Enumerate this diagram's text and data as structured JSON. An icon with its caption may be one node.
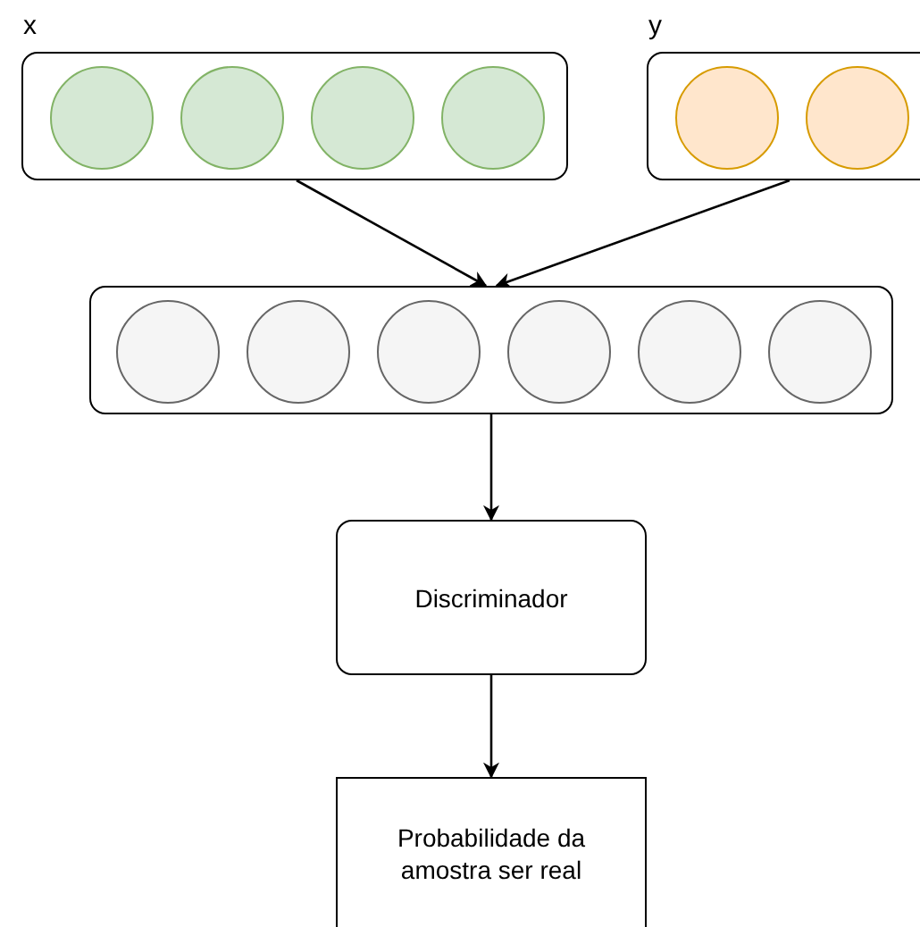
{
  "diagram": {
    "nodes": [
      {
        "text": [
          "x"
        ]
      },
      {
        "text": [],
        "shape": "circle",
        "in": 0
      },
      {
        "text": [],
        "shape": "circle",
        "in": 0
      },
      {
        "text": [],
        "shape": "circle",
        "in": 0
      },
      {
        "text": [],
        "shape": "circle",
        "in": 0
      },
      {
        "text": [
          "y"
        ]
      },
      {
        "text": [],
        "shape": "circle",
        "in": 5
      },
      {
        "text": [],
        "shape": "circle",
        "in": 5
      },
      {
        "text": [],
        "shape": "box"
      },
      {
        "text": [],
        "shape": "circle",
        "in": 8
      },
      {
        "text": [],
        "shape": "circle",
        "in": 8
      },
      {
        "text": [],
        "shape": "circle",
        "in": 8
      },
      {
        "text": [],
        "shape": "circle",
        "in": 8
      },
      {
        "text": [],
        "shape": "circle",
        "in": 8
      },
      {
        "text": [],
        "shape": "circle",
        "in": 8
      },
      {
        "text": [
          "Discriminador"
        ]
      },
      {
        "text": [
          "Probabilidade da amostra ser real"
        ]
      }
    ],
    "edges": [
      {
        "from": 0,
        "to": 8,
        "arrow": "to"
      },
      {
        "from": 5,
        "to": 8,
        "arrow": "to"
      },
      {
        "from": 8,
        "to": 15,
        "arrow": "to"
      },
      {
        "from": 15,
        "to": 16,
        "arrow": "to"
      }
    ]
  }
}
